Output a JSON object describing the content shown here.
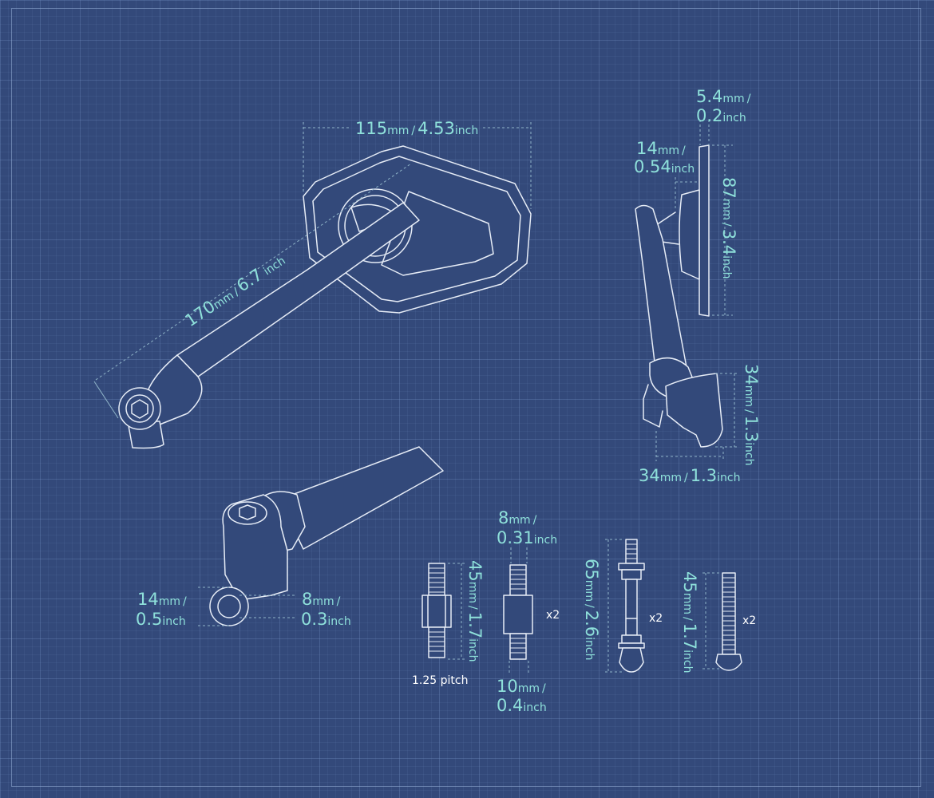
{
  "dimensions": {
    "mirror_width": {
      "value": "115",
      "unit": "mm",
      "sep": "/",
      "value2": "4.53",
      "unit2": "inch"
    },
    "arm_length": {
      "value": "170",
      "unit": "mm",
      "sep": "/",
      "value2": "6.7",
      "unit2": " inch"
    },
    "glass_thickness": {
      "value": "5.4",
      "unit": "mm",
      "sep": "/",
      "value2": "0.2",
      "unit2": "inch"
    },
    "mount_depth": {
      "value": "14",
      "unit": "mm",
      "sep": "/",
      "value2": "0.54",
      "unit2": "inch"
    },
    "mirror_height": {
      "value": "87",
      "unit": "mm",
      "sep": "/",
      "value2": "3.4",
      "unit2": "inch"
    },
    "clamp_height": {
      "value": "34",
      "unit": "mm",
      "sep": "/",
      "value2": "1.3",
      "unit2": "inch"
    },
    "clamp_width": {
      "value": "34",
      "unit": "mm",
      "sep": "/",
      "value2": "1.3",
      "unit2": "inch"
    },
    "clamp_outer": {
      "value": "14",
      "unit": "mm",
      "sep": "/",
      "value2": "0.5",
      "unit2": "inch"
    },
    "clamp_hole": {
      "value": "8",
      "unit": "mm",
      "sep": "/",
      "value2": "0.3",
      "unit2": "inch"
    },
    "bolt_a_length": {
      "value": "45",
      "unit": "mm",
      "sep": "/",
      "value2": "1.7",
      "unit2": "inch"
    },
    "bolt_b_width": {
      "value": "8",
      "unit": "mm",
      "sep": "/",
      "value2": "0.31",
      "unit2": "inch"
    },
    "bolt_b_thread": {
      "value": "10",
      "unit": "mm",
      "sep": "/",
      "value2": "0.4",
      "unit2": "inch"
    },
    "bolt_c_length": {
      "value": "65",
      "unit": "mm",
      "sep": "/",
      "value2": "2.6",
      "unit2": "inch"
    },
    "bolt_d_length": {
      "value": "45",
      "unit": "mm",
      "sep": "/",
      "value2": "1.7",
      "unit2": "inch"
    }
  },
  "notes": {
    "pitch": "1.25 pitch",
    "qty_b": "x2",
    "qty_c": "x2",
    "qty_d": "x2"
  },
  "colors": {
    "background": "#33497a",
    "line": "#e6ecf6",
    "label": "#8ee0da"
  }
}
